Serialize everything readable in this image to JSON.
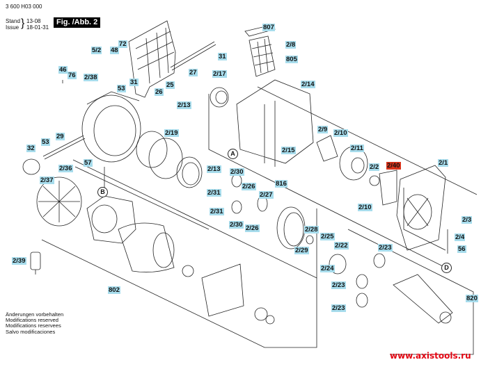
{
  "header": {
    "doc_number": "3 600 H03 000",
    "stand_label": "Stand",
    "issue_label": "Issue",
    "stand_value": "13-08",
    "issue_value": "18-01-31",
    "figure_label": "Fig. /Abb. 2"
  },
  "highlight_color": "#d9331a",
  "label_color": "#a7dcec",
  "parts": [
    {
      "id": "807",
      "text": "807"
    },
    {
      "id": "2-8",
      "text": "2/8"
    },
    {
      "id": "805",
      "text": "805"
    },
    {
      "id": "5-2",
      "text": "5/2"
    },
    {
      "id": "48",
      "text": "48"
    },
    {
      "id": "72",
      "text": "72"
    },
    {
      "id": "46",
      "text": "46"
    },
    {
      "id": "76",
      "text": "76"
    },
    {
      "id": "2-38",
      "text": "2/38"
    },
    {
      "id": "53a",
      "text": "53"
    },
    {
      "id": "31a",
      "text": "31"
    },
    {
      "id": "26",
      "text": "26"
    },
    {
      "id": "25",
      "text": "25"
    },
    {
      "id": "27",
      "text": "27"
    },
    {
      "id": "31b",
      "text": "31"
    },
    {
      "id": "2-17",
      "text": "2/17"
    },
    {
      "id": "2-14",
      "text": "2/14"
    },
    {
      "id": "2-13a",
      "text": "2/13"
    },
    {
      "id": "2-19",
      "text": "2/19"
    },
    {
      "id": "29",
      "text": "29"
    },
    {
      "id": "53b",
      "text": "53"
    },
    {
      "id": "32",
      "text": "32"
    },
    {
      "id": "57",
      "text": "57"
    },
    {
      "id": "2-36",
      "text": "2/36"
    },
    {
      "id": "2-37",
      "text": "2/37"
    },
    {
      "id": "2-9",
      "text": "2/9"
    },
    {
      "id": "2-10a",
      "text": "2/10"
    },
    {
      "id": "2-11",
      "text": "2/11"
    },
    {
      "id": "2-15",
      "text": "2/15"
    },
    {
      "id": "2-2",
      "text": "2/2"
    },
    {
      "id": "2-40",
      "text": "2/40",
      "highlighted": true
    },
    {
      "id": "2-1",
      "text": "2/1"
    },
    {
      "id": "816",
      "text": "816"
    },
    {
      "id": "2-13b",
      "text": "2/13"
    },
    {
      "id": "2-30a",
      "text": "2/30"
    },
    {
      "id": "2-31a",
      "text": "2/31"
    },
    {
      "id": "2-26a",
      "text": "2/26"
    },
    {
      "id": "2-27",
      "text": "2/27"
    },
    {
      "id": "2-31b",
      "text": "2/31"
    },
    {
      "id": "2-30b",
      "text": "2/30"
    },
    {
      "id": "2-26b",
      "text": "2/26"
    },
    {
      "id": "2-10b",
      "text": "2/10"
    },
    {
      "id": "2-3",
      "text": "2/3"
    },
    {
      "id": "2-4",
      "text": "2/4"
    },
    {
      "id": "56",
      "text": "56"
    },
    {
      "id": "2-28",
      "text": "2/28"
    },
    {
      "id": "2-25",
      "text": "2/25"
    },
    {
      "id": "2-29",
      "text": "2/29"
    },
    {
      "id": "2-22",
      "text": "2/22"
    },
    {
      "id": "2-24",
      "text": "2/24"
    },
    {
      "id": "2-23a",
      "text": "2/23"
    },
    {
      "id": "2-23b",
      "text": "2/23"
    },
    {
      "id": "2-23c",
      "text": "2/23"
    },
    {
      "id": "2-39",
      "text": "2/39"
    },
    {
      "id": "802",
      "text": "802"
    },
    {
      "id": "820",
      "text": "820"
    }
  ],
  "connectors": [
    {
      "id": "A",
      "text": "A"
    },
    {
      "id": "B",
      "text": "B"
    },
    {
      "id": "D",
      "text": "D"
    }
  ],
  "notes": [
    "Änderungen vorbehalten",
    "Modifications reserved",
    "Modifications reservees",
    "Salvo modificaciones"
  ],
  "website": "www.axistools.ru"
}
